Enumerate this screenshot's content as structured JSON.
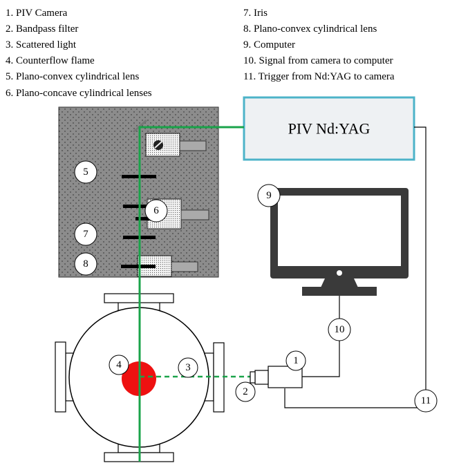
{
  "legend": {
    "left": [
      "1. PIV Camera",
      "2. Bandpass filter",
      "3. Scattered light",
      "4. Counterflow flame",
      "5. Plano-convex cylindrical lens",
      "6. Plano-concave cylindrical lenses"
    ],
    "right": [
      "7. Iris",
      "8. Plano-convex cylindrical lens",
      "9. Computer",
      "10. Signal from camera to computer",
      "11. Trigger from Nd:YAG to camera"
    ]
  },
  "laser": {
    "label": "PIV Nd:YAG"
  },
  "markers": {
    "m1": "1",
    "m2": "2",
    "m3": "3",
    "m4": "4",
    "m5": "5",
    "m6": "6",
    "m7": "7",
    "m8": "8",
    "m9": "9",
    "m10": "10",
    "m11": "11"
  },
  "colors": {
    "beam": "#1aa34a",
    "flame": "#ee1111",
    "laser_border": "#4cb3c8",
    "laser_fill": "#eef1f3",
    "table": "#8c8c8c",
    "monitor": "#3a3a3a"
  }
}
